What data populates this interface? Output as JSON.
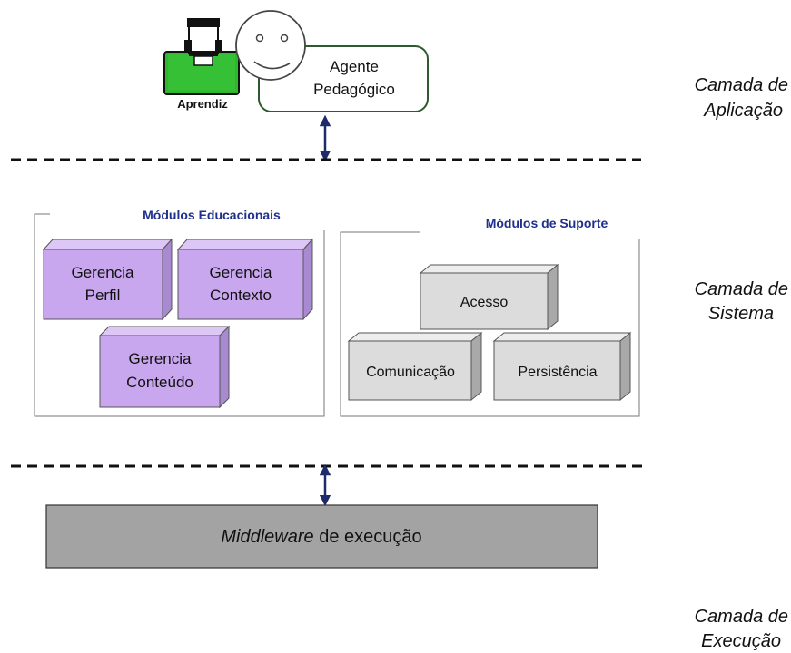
{
  "application_layer": {
    "learner_label": "Aprendiz",
    "agent_line1": "Agente",
    "agent_line2": "Pedagógico"
  },
  "layers": {
    "application": {
      "line1": "Camada de",
      "line2": "Aplicação"
    },
    "system": {
      "line1": "Camada de",
      "line2": "Sistema"
    },
    "execution": {
      "line1": "Camada de",
      "line2": "Execução"
    }
  },
  "educational_modules": {
    "title": "Módulos  Educacionais",
    "profile": {
      "line1": "Gerencia",
      "line2": "Perfil"
    },
    "context": {
      "line1": "Gerencia",
      "line2": "Contexto"
    },
    "content": {
      "line1": "Gerencia",
      "line2": "Conteúdo"
    }
  },
  "support_modules": {
    "title": "Módulos  de Suporte",
    "access": "Acesso",
    "communication": "Comunicação",
    "persistence": "Persistência"
  },
  "middleware": {
    "italic": "Middleware",
    "rest": " de execução"
  },
  "colors": {
    "module_purple": "#c9a7ef",
    "module_purple_side": "#a88ad0",
    "module_purple_top": "#dcc7f6",
    "support_gray": "#dcdcdc",
    "support_gray_side": "#a9a9a9",
    "support_gray_top": "#ededed",
    "middleware_gray": "#a3a3a3",
    "title_blue": "#1f2f8c",
    "arrow_navy": "#1f2a6b",
    "agent_border": "#2f5a2f",
    "learner_green": "#2fb82f"
  }
}
